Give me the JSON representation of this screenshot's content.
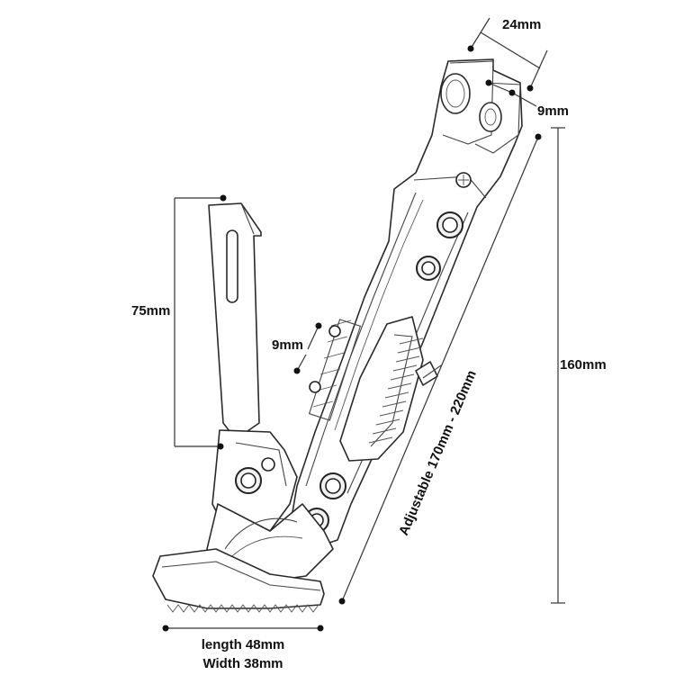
{
  "diagram": {
    "labels": {
      "top_width": "24mm",
      "top_hole": "9mm",
      "total_height": "160mm",
      "plate_height": "75mm",
      "slot_width": "9mm",
      "adjustable_range": "Adjustable 170mm - 220mm",
      "foot_length": "length 48mm",
      "foot_width": "Width 38mm"
    }
  }
}
